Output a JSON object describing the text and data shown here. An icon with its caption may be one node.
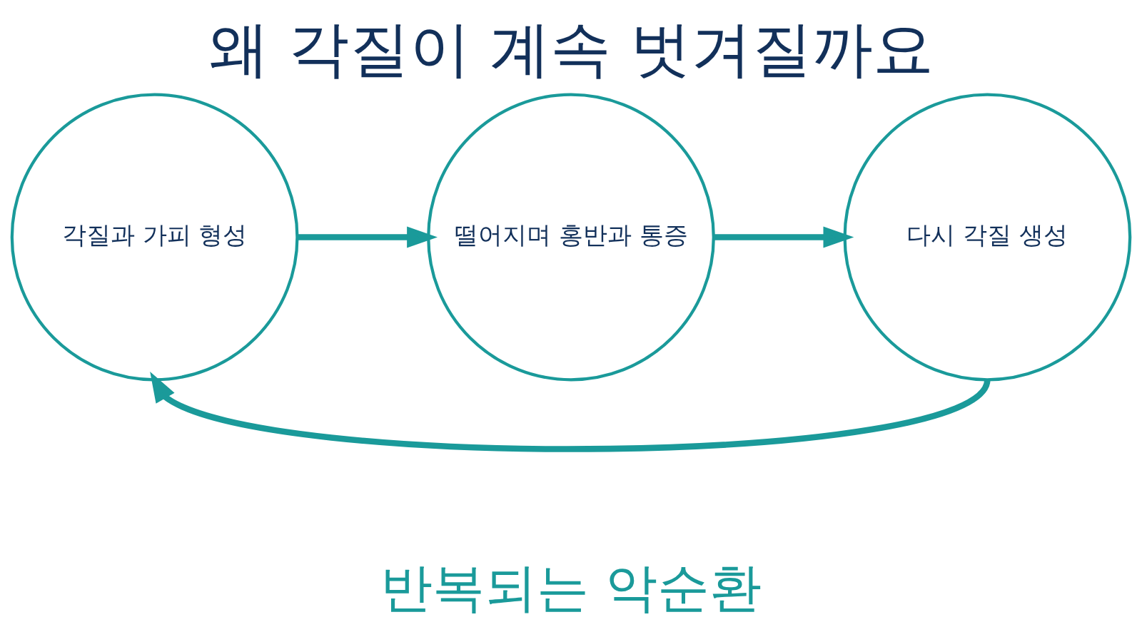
{
  "diagram": {
    "title": "왜 각질이 계속 벗겨질까요",
    "caption": "반복되는 악순환",
    "nodes": [
      {
        "text": [
          "각질과 가피 형성"
        ]
      },
      {
        "text": [
          "떨어지며 홍반과 통증"
        ]
      },
      {
        "text": [
          "다시 각질 생성"
        ]
      }
    ],
    "edges": [
      {
        "from": 0,
        "to": 1,
        "arrow": "to"
      },
      {
        "from": 1,
        "to": 2,
        "arrow": "to"
      },
      {
        "from": 2,
        "to": 0,
        "arrow": "to"
      }
    ]
  }
}
